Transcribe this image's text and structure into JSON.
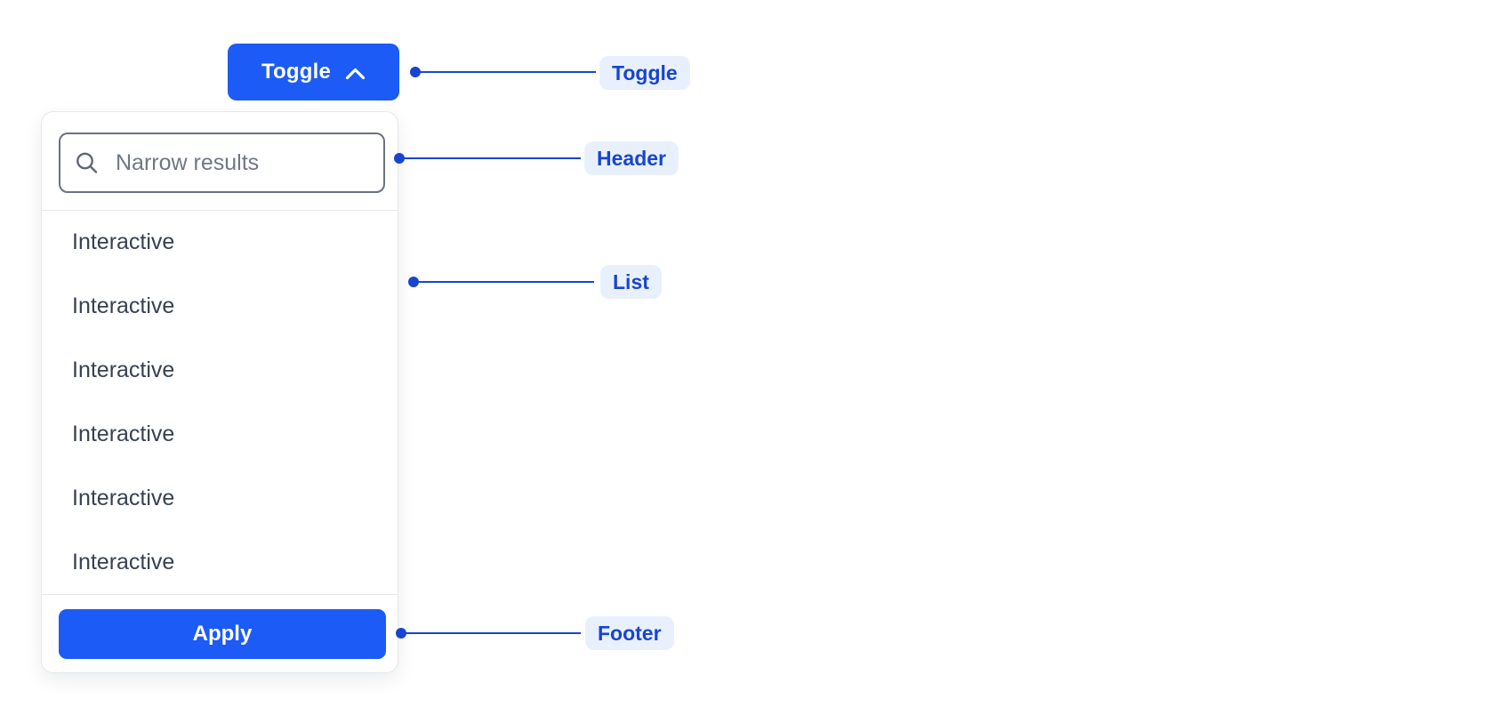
{
  "toggle": {
    "label": "Toggle",
    "icon": "chevron-up-icon"
  },
  "panel": {
    "header": {
      "search_placeholder": "Narrow results",
      "search_icon": "search-icon"
    },
    "list": {
      "items": [
        "Interactive",
        "Interactive",
        "Interactive",
        "Interactive",
        "Interactive",
        "Interactive"
      ]
    },
    "footer": {
      "apply_label": "Apply"
    }
  },
  "annotations": {
    "toggle": {
      "label": "Toggle"
    },
    "header": {
      "label": "Header"
    },
    "list": {
      "label": "List"
    },
    "footer": {
      "label": "Footer"
    }
  },
  "colors": {
    "primary_blue": "#1C5BF6",
    "annotation_blue": "#1745D0",
    "annotation_pill_bg": "#E9F0FD",
    "panel_border": "#E5E7EB",
    "input_border": "#6B7280",
    "placeholder_text": "#6F7787",
    "item_text": "#374151"
  }
}
